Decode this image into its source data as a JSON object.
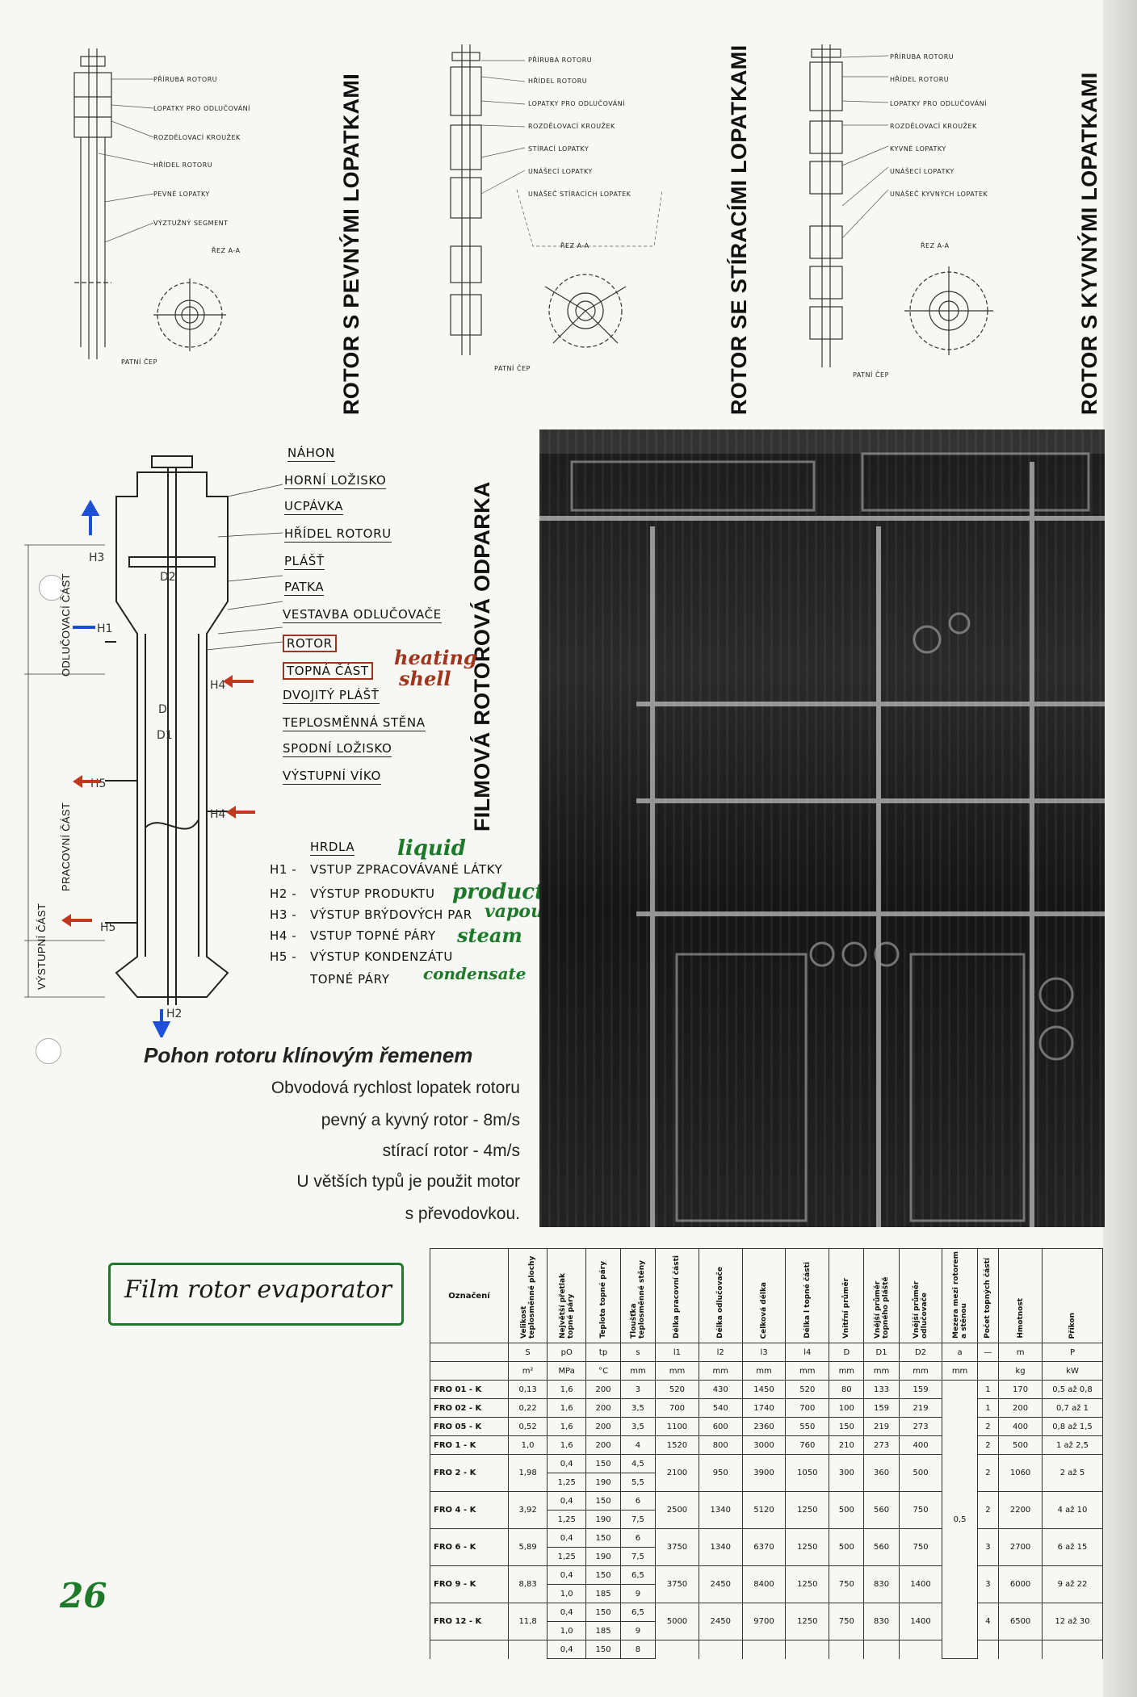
{
  "titles": {
    "fixed_blades": "ROTOR S PEVNÝMI LOPATKAMI",
    "wiper_blades": "ROTOR SE STÍRACÍMI LOPATKAMI",
    "swing_blades": "ROTOR S KYVNÝMI LOPATKAMI",
    "film_evaporator": "FILMOVÁ ROTOROVÁ ODPARKA"
  },
  "diagram1_labels": [
    "PŘÍRUBA ROTORU",
    "LOPATKY PRO ODLUČOVÁNÍ",
    "ROZDĚLOVACÍ KROUŽEK",
    "HŘÍDEL ROTORU",
    "PEVNÉ LOPATKY",
    "VÝZTUŽNÝ SEGMENT",
    "ŘEZ A-A",
    "PATNÍ ČEP"
  ],
  "diagram2_labels": [
    "PŘÍRUBA ROTORU",
    "HŘÍDEL ROTORU",
    "LOPATKY PRO ODLUČOVÁNÍ",
    "ROZDĚLOVACÍ KROUŽEK",
    "STÍRACÍ LOPATKY",
    "UNÁŠECÍ LOPATKY",
    "UNÁŠEČ STÍRACÍCH LOPATEK",
    "ŘEZ A-A",
    "PATNÍ ČEP"
  ],
  "diagram3_labels": [
    "PŘÍRUBA ROTORU",
    "HŘÍDEL ROTORU",
    "LOPATKY PRO ODLUČOVÁNÍ",
    "ROZDĚLOVACÍ KROUŽEK",
    "KYVNÉ LOPATKY",
    "UNÁŠECÍ LOPATKY",
    "UNÁŠEČ KYVNÝCH LOPATEK",
    "ŘEZ A-A",
    "PATNÍ ČEP"
  ],
  "evaporator_parts": [
    "NÁHON",
    "HORNÍ LOŽISKO",
    "UCPÁVKA",
    "HŘÍDEL ROTORU",
    "PLÁŠŤ",
    "PATKA",
    "VESTAVBA ODLUČOVAČE",
    "ROTOR",
    "TOPNÁ ČÁST",
    "DVOJITÝ PLÁŠŤ",
    "TEPLOSMĚNNÁ STĚNA",
    "SPODNÍ LOŽISKO",
    "VÝSTUPNÍ VÍKO"
  ],
  "side_labels": [
    "ODLUČOVACÍ ČÁST",
    "PRACOVNÍ ČÁST",
    "VÝSTUPNÍ ČÁST"
  ],
  "hrdla": {
    "title": "HRDLA",
    "rows": [
      {
        "code": "H1 -",
        "text": "VSTUP ZPRACOVÁVANÉ LÁTKY"
      },
      {
        "code": "H2 -",
        "text": "VÝSTUP PRODUKTU"
      },
      {
        "code": "H3 -",
        "text": "VÝSTUP BRÝDOVÝCH PAR"
      },
      {
        "code": "H4 -",
        "text": "VSTUP TOPNÉ PÁRY"
      },
      {
        "code": "H5 -",
        "text": "VÝSTUP KONDENZÁTU"
      },
      {
        "code": "",
        "text": "TOPNÉ PÁRY"
      }
    ]
  },
  "handwritten": {
    "liquid": "liquid",
    "product": "product",
    "vapour": "vapour",
    "steam": "steam",
    "condensate": "condensate",
    "heating_shell_1": "heating",
    "heating_shell_2": "shell",
    "film_rotor": "Film rotor evaporator",
    "page_number": "26"
  },
  "drive": {
    "heading": "Pohon rotoru klínovým řemenem",
    "lines": [
      "Obvodová rychlost lopatek rotoru",
      "pevný a kyvný rotor - 8m/s",
      "stírací rotor - 4m/s",
      "U větších typů je použit motor",
      "s převodovkou."
    ]
  },
  "table": {
    "headers": [
      "Označení",
      "Velikost teplosměnné plochy",
      "Největší přetlak topné páry",
      "Teplota topné páry",
      "Tloušťka teplosměnné stěny",
      "Délka pracovní části",
      "Délka odlučovače",
      "Celková délka",
      "Délka l topné části",
      "Vnitřní průměr",
      "Vnější průměr topného pláště",
      "Vnější průměr odlučovače",
      "Mezera mezi rotorem a stěnou",
      "Počet topných částí",
      "Hmotnost",
      "Příkon"
    ],
    "symbols": [
      "",
      "S",
      "pO",
      "tp",
      "s",
      "l1",
      "l2",
      "l3",
      "l4",
      "D",
      "D1",
      "D2",
      "a",
      "—",
      "m",
      "P"
    ],
    "units": [
      "",
      "m²",
      "MPa",
      "°C",
      "mm",
      "mm",
      "mm",
      "mm",
      "mm",
      "mm",
      "mm",
      "mm",
      "mm",
      "",
      "kg",
      "kW"
    ],
    "gap": "0,5",
    "rows": [
      {
        "name": "FRO 01 - K",
        "S": "0,13",
        "sub": [
          [
            "1,6",
            "200",
            "3"
          ]
        ],
        "l1": "520",
        "l2": "430",
        "l3": "1450",
        "l4": "520",
        "D": "80",
        "D1": "133",
        "D2": "159",
        "n": "1",
        "m": "170",
        "P": "0,5 až 0,8"
      },
      {
        "name": "FRO 02 - K",
        "S": "0,22",
        "sub": [
          [
            "1,6",
            "200",
            "3,5"
          ]
        ],
        "l1": "700",
        "l2": "540",
        "l3": "1740",
        "l4": "700",
        "D": "100",
        "D1": "159",
        "D2": "219",
        "n": "1",
        "m": "200",
        "P": "0,7 až 1"
      },
      {
        "name": "FRO 05 - K",
        "S": "0,52",
        "sub": [
          [
            "1,6",
            "200",
            "3,5"
          ]
        ],
        "l1": "1100",
        "l2": "600",
        "l3": "2360",
        "l4": "550",
        "D": "150",
        "D1": "219",
        "D2": "273",
        "n": "2",
        "m": "400",
        "P": "0,8 až 1,5"
      },
      {
        "name": "FRO 1 - K",
        "S": "1,0",
        "sub": [
          [
            "1,6",
            "200",
            "4"
          ]
        ],
        "l1": "1520",
        "l2": "800",
        "l3": "3000",
        "l4": "760",
        "D": "210",
        "D1": "273",
        "D2": "400",
        "n": "2",
        "m": "500",
        "P": "1 až 2,5"
      },
      {
        "name": "FRO 2 - K",
        "S": "1,98",
        "sub": [
          [
            "0,4",
            "150",
            "4,5"
          ],
          [
            "1,25",
            "190",
            "5,5"
          ]
        ],
        "l1": "2100",
        "l2": "950",
        "l3": "3900",
        "l4": "1050",
        "D": "300",
        "D1": "360",
        "D2": "500",
        "n": "2",
        "m": "1060",
        "P": "2 až 5"
      },
      {
        "name": "FRO 4 - K",
        "S": "3,92",
        "sub": [
          [
            "0,4",
            "150",
            "6"
          ],
          [
            "1,25",
            "190",
            "7,5"
          ]
        ],
        "l1": "2500",
        "l2": "1340",
        "l3": "5120",
        "l4": "1250",
        "D": "500",
        "D1": "560",
        "D2": "750",
        "n": "2",
        "m": "2200",
        "P": "4 až 10"
      },
      {
        "name": "FRO 6 - K",
        "S": "5,89",
        "sub": [
          [
            "0,4",
            "150",
            "6"
          ],
          [
            "1,25",
            "190",
            "7,5"
          ]
        ],
        "l1": "3750",
        "l2": "1340",
        "l3": "6370",
        "l4": "1250",
        "D": "500",
        "D1": "560",
        "D2": "750",
        "n": "3",
        "m": "2700",
        "P": "6 až 15"
      },
      {
        "name": "FRO 9 - K",
        "S": "8,83",
        "sub": [
          [
            "0,4",
            "150",
            "6,5"
          ],
          [
            "1,0",
            "185",
            "9"
          ]
        ],
        "l1": "3750",
        "l2": "2450",
        "l3": "8400",
        "l4": "1250",
        "D": "750",
        "D1": "830",
        "D2": "1400",
        "n": "3",
        "m": "6000",
        "P": "9 až 22"
      },
      {
        "name": "FRO 12 - K",
        "S": "11,8",
        "sub": [
          [
            "0,4",
            "150",
            "6,5"
          ],
          [
            "1,0",
            "185",
            "9"
          ]
        ],
        "l1": "5000",
        "l2": "2450",
        "l3": "9700",
        "l4": "1250",
        "D": "750",
        "D1": "830",
        "D2": "1400",
        "n": "4",
        "m": "6500",
        "P": "12 až 30"
      }
    ],
    "trailing_row": [
      "0,4",
      "150",
      "8"
    ]
  }
}
